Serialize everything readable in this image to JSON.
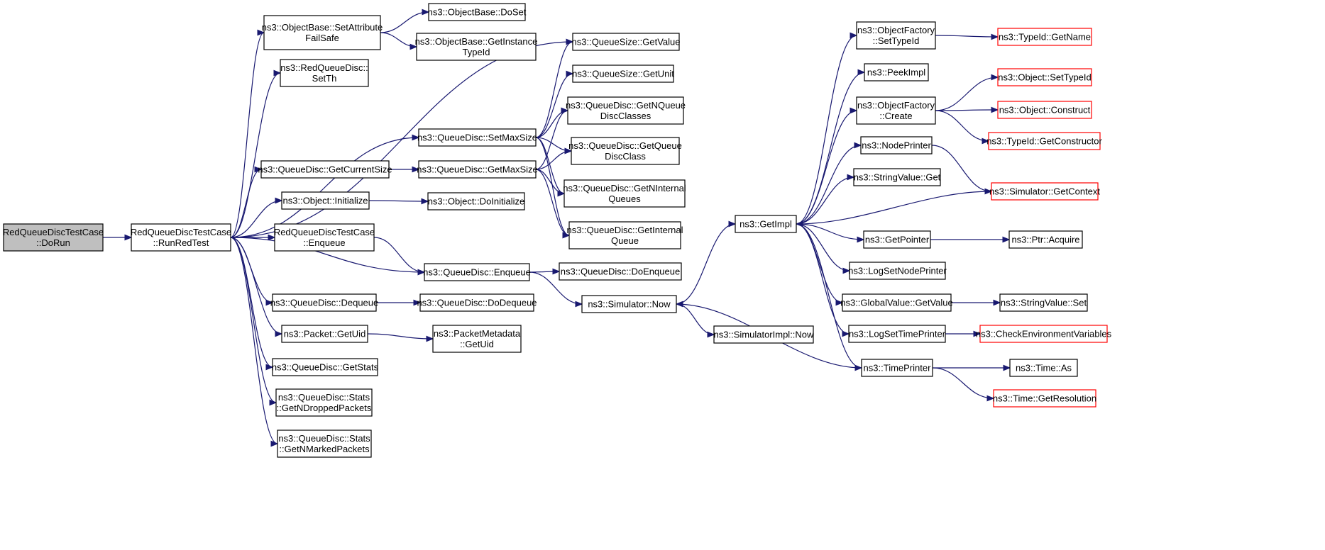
{
  "colors": {
    "edge": "#191970",
    "node_border": "#000000",
    "truncated_border": "#ff0000",
    "root_fill": "#bfbfbf",
    "node_fill": "#ffffff"
  },
  "nodes": [
    {
      "id": "root",
      "lines": [
        "RedQueueDiscTestCase",
        "::DoRun"
      ],
      "style": "root"
    },
    {
      "id": "runred",
      "lines": [
        "RedQueueDiscTestCase",
        "::RunRedTest"
      ],
      "style": "normal"
    },
    {
      "id": "setattr",
      "lines": [
        "ns3::ObjectBase::SetAttribute",
        "FailSafe"
      ],
      "style": "normal"
    },
    {
      "id": "setth",
      "lines": [
        "ns3::RedQueueDisc::",
        "SetTh"
      ],
      "style": "normal"
    },
    {
      "id": "getcursize",
      "lines": [
        "ns3::QueueDisc::GetCurrentSize"
      ],
      "style": "normal"
    },
    {
      "id": "objinit",
      "lines": [
        "ns3::Object::Initialize"
      ],
      "style": "normal"
    },
    {
      "id": "redenq",
      "lines": [
        "RedQueueDiscTestCase",
        "::Enqueue"
      ],
      "style": "normal"
    },
    {
      "id": "qddeq",
      "lines": [
        "ns3::QueueDisc::Dequeue"
      ],
      "style": "normal"
    },
    {
      "id": "pktuid",
      "lines": [
        "ns3::Packet::GetUid"
      ],
      "style": "normal"
    },
    {
      "id": "getstats",
      "lines": [
        "ns3::QueueDisc::GetStats"
      ],
      "style": "normal"
    },
    {
      "id": "dropped",
      "lines": [
        "ns3::QueueDisc::Stats",
        "::GetNDroppedPackets"
      ],
      "style": "normal"
    },
    {
      "id": "marked",
      "lines": [
        "ns3::QueueDisc::Stats",
        "::GetNMarkedPackets"
      ],
      "style": "normal"
    },
    {
      "id": "doset",
      "lines": [
        "ns3::ObjectBase::DoSet"
      ],
      "style": "normal"
    },
    {
      "id": "getinst",
      "lines": [
        "ns3::ObjectBase::GetInstance",
        "TypeId"
      ],
      "style": "normal"
    },
    {
      "id": "setmax",
      "lines": [
        "ns3::QueueDisc::SetMaxSize"
      ],
      "style": "normal"
    },
    {
      "id": "getmax",
      "lines": [
        "ns3::QueueDisc::GetMaxSize"
      ],
      "style": "normal"
    },
    {
      "id": "doinit",
      "lines": [
        "ns3::Object::DoInitialize"
      ],
      "style": "normal"
    },
    {
      "id": "qdenq",
      "lines": [
        "ns3::QueueDisc::Enqueue"
      ],
      "style": "normal"
    },
    {
      "id": "dodeq",
      "lines": [
        "ns3::QueueDisc::DoDequeue"
      ],
      "style": "normal"
    },
    {
      "id": "pmuid",
      "lines": [
        "ns3::PacketMetadata",
        "::GetUid"
      ],
      "style": "normal"
    },
    {
      "id": "qsval",
      "lines": [
        "ns3::QueueSize::GetValue"
      ],
      "style": "normal"
    },
    {
      "id": "qsunit",
      "lines": [
        "ns3::QueueSize::GetUnit"
      ],
      "style": "normal"
    },
    {
      "id": "nqdc",
      "lines": [
        "ns3::QueueDisc::GetNQueue",
        "DiscClasses"
      ],
      "style": "normal"
    },
    {
      "id": "qdc",
      "lines": [
        "ns3::QueueDisc::GetQueue",
        "DiscClass"
      ],
      "style": "normal"
    },
    {
      "id": "niq",
      "lines": [
        "ns3::QueueDisc::GetNInternal",
        "Queues"
      ],
      "style": "normal"
    },
    {
      "id": "iq",
      "lines": [
        "ns3::QueueDisc::GetInternal",
        "Queue"
      ],
      "style": "normal"
    },
    {
      "id": "doenq",
      "lines": [
        "ns3::QueueDisc::DoEnqueue"
      ],
      "style": "normal"
    },
    {
      "id": "simnow",
      "lines": [
        "ns3::Simulator::Now"
      ],
      "style": "normal"
    },
    {
      "id": "simimplnow",
      "lines": [
        "ns3::SimulatorImpl::Now"
      ],
      "style": "normal"
    },
    {
      "id": "getimpl",
      "lines": [
        "ns3::GetImpl"
      ],
      "style": "normal"
    },
    {
      "id": "ofset",
      "lines": [
        "ns3::ObjectFactory",
        "::SetTypeId"
      ],
      "style": "normal"
    },
    {
      "id": "peek",
      "lines": [
        "ns3::PeekImpl"
      ],
      "style": "normal"
    },
    {
      "id": "ofcreate",
      "lines": [
        "ns3::ObjectFactory",
        "::Create"
      ],
      "style": "normal"
    },
    {
      "id": "nodeprinter",
      "lines": [
        "ns3::NodePrinter"
      ],
      "style": "normal"
    },
    {
      "id": "strget",
      "lines": [
        "ns3::StringValue::Get"
      ],
      "style": "normal"
    },
    {
      "id": "getptr",
      "lines": [
        "ns3::GetPointer"
      ],
      "style": "normal"
    },
    {
      "id": "lognode",
      "lines": [
        "ns3::LogSetNodePrinter"
      ],
      "style": "normal"
    },
    {
      "id": "gvget",
      "lines": [
        "ns3::GlobalValue::GetValue"
      ],
      "style": "normal"
    },
    {
      "id": "logtime",
      "lines": [
        "ns3::LogSetTimePrinter"
      ],
      "style": "normal"
    },
    {
      "id": "timeprinter",
      "lines": [
        "ns3::TimePrinter"
      ],
      "style": "normal"
    },
    {
      "id": "tidname",
      "lines": [
        "ns3::TypeId::GetName"
      ],
      "style": "truncated"
    },
    {
      "id": "objsettid",
      "lines": [
        "ns3::Object::SetTypeId"
      ],
      "style": "truncated"
    },
    {
      "id": "objconstruct",
      "lines": [
        "ns3::Object::Construct"
      ],
      "style": "truncated"
    },
    {
      "id": "tidctor",
      "lines": [
        "ns3::TypeId::GetConstructor"
      ],
      "style": "truncated"
    },
    {
      "id": "simctx",
      "lines": [
        "ns3::Simulator::GetContext"
      ],
      "style": "truncated"
    },
    {
      "id": "ptracq",
      "lines": [
        "ns3::Ptr::Acquire"
      ],
      "style": "normal"
    },
    {
      "id": "strset",
      "lines": [
        "ns3::StringValue::Set"
      ],
      "style": "normal"
    },
    {
      "id": "checkenv",
      "lines": [
        "ns3::CheckEnvironmentVariables"
      ],
      "style": "truncated"
    },
    {
      "id": "timeas",
      "lines": [
        "ns3::Time::As"
      ],
      "style": "normal"
    },
    {
      "id": "timeres",
      "lines": [
        "ns3::Time::GetResolution"
      ],
      "style": "truncated"
    }
  ],
  "edges": [
    {
      "from": "root",
      "to": "runred"
    },
    {
      "from": "runred",
      "to": "setattr"
    },
    {
      "from": "runred",
      "to": "setth"
    },
    {
      "from": "runred",
      "to": "qsval"
    },
    {
      "from": "runred",
      "to": "setmax"
    },
    {
      "from": "runred",
      "to": "getcursize"
    },
    {
      "from": "runred",
      "to": "objinit"
    },
    {
      "from": "runred",
      "to": "redenq"
    },
    {
      "from": "runred",
      "to": "qdenq"
    },
    {
      "from": "runred",
      "to": "qddeq"
    },
    {
      "from": "runred",
      "to": "pktuid"
    },
    {
      "from": "runred",
      "to": "getstats"
    },
    {
      "from": "runred",
      "to": "dropped"
    },
    {
      "from": "runred",
      "to": "marked"
    },
    {
      "from": "setattr",
      "to": "doset"
    },
    {
      "from": "setattr",
      "to": "getinst"
    },
    {
      "from": "getcursize",
      "to": "getmax"
    },
    {
      "from": "objinit",
      "to": "doinit"
    },
    {
      "from": "redenq",
      "to": "qdenq"
    },
    {
      "from": "qddeq",
      "to": "dodeq"
    },
    {
      "from": "pktuid",
      "to": "pmuid"
    },
    {
      "from": "setmax",
      "to": "qsval"
    },
    {
      "from": "setmax",
      "to": "qsunit"
    },
    {
      "from": "setmax",
      "to": "nqdc"
    },
    {
      "from": "setmax",
      "to": "qdc"
    },
    {
      "from": "setmax",
      "to": "niq"
    },
    {
      "from": "setmax",
      "to": "iq"
    },
    {
      "from": "getmax",
      "to": "nqdc"
    },
    {
      "from": "getmax",
      "to": "qdc"
    },
    {
      "from": "getmax",
      "to": "niq"
    },
    {
      "from": "getmax",
      "to": "iq"
    },
    {
      "from": "qdenq",
      "to": "doenq"
    },
    {
      "from": "qdenq",
      "to": "simnow"
    },
    {
      "from": "simnow",
      "to": "getimpl"
    },
    {
      "from": "simnow",
      "to": "simimplnow"
    },
    {
      "from": "getimpl",
      "to": "ofset"
    },
    {
      "from": "getimpl",
      "to": "peek"
    },
    {
      "from": "getimpl",
      "to": "ofcreate"
    },
    {
      "from": "getimpl",
      "to": "nodeprinter"
    },
    {
      "from": "getimpl",
      "to": "strget"
    },
    {
      "from": "getimpl",
      "to": "getptr"
    },
    {
      "from": "getimpl",
      "to": "lognode"
    },
    {
      "from": "getimpl",
      "to": "gvget"
    },
    {
      "from": "getimpl",
      "to": "logtime"
    },
    {
      "from": "getimpl",
      "to": "timeprinter"
    },
    {
      "from": "ofset",
      "to": "tidname"
    },
    {
      "from": "ofcreate",
      "to": "objsettid"
    },
    {
      "from": "ofcreate",
      "to": "objconstruct"
    },
    {
      "from": "ofcreate",
      "to": "tidctor"
    },
    {
      "from": "nodeprinter",
      "to": "simctx"
    },
    {
      "from": "simctx",
      "to": "getimpl"
    },
    {
      "from": "getptr",
      "to": "ptracq"
    },
    {
      "from": "gvget",
      "to": "strset"
    },
    {
      "from": "logtime",
      "to": "checkenv"
    },
    {
      "from": "timeprinter",
      "to": "simnow"
    },
    {
      "from": "timeprinter",
      "to": "timeas"
    },
    {
      "from": "timeprinter",
      "to": "timeres"
    }
  ]
}
